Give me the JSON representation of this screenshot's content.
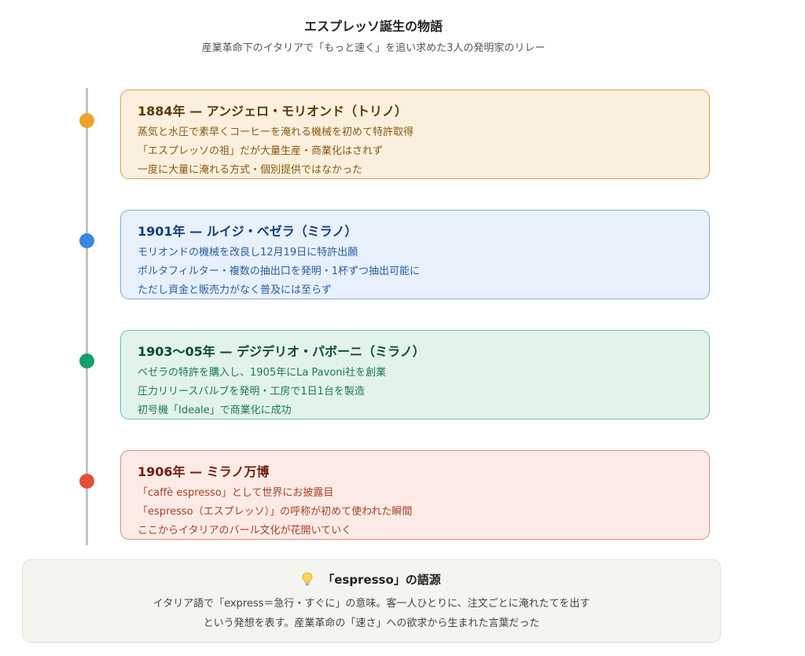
{
  "header": {
    "title": "エスプレッソ誕生の物語",
    "subtitle": "産業革命下のイタリアで「もっと速く」を追い求めた3人の発明家のリレー"
  },
  "timeline": [
    {
      "title": "1884年 — アンジェロ・モリオンド（トリノ）",
      "lines": [
        "蒸気と水圧で素早くコーヒーを淹れる機械を初めて特許取得",
        "「エスプレッソの祖」だが大量生産・商業化はされず",
        "一度に大量に淹れる方式・個別提供ではなかった"
      ],
      "colors": {
        "dot": "#f0a22c",
        "bg": "#fbf0dd",
        "border": "#d9a05a",
        "title": "#5a3a08",
        "text": "#8a5a12"
      }
    },
    {
      "title": "1901年 — ルイジ・ベゼラ（ミラノ）",
      "lines": [
        "モリオンドの機械を改良し12月19日に特許出願",
        "ポルタフィルター・複数の抽出口を発明・1杯ずつ抽出可能に",
        "ただし資金と販売力がなく普及には至らず"
      ],
      "colors": {
        "dot": "#3a86e0",
        "bg": "#e7f0fb",
        "border": "#7fabe0",
        "title": "#133e72",
        "text": "#2a5f9e"
      }
    },
    {
      "title": "1903〜05年 — デジデリオ・パボーニ（ミラノ）",
      "lines": [
        "ベゼラの特許を購入し、1905年にLa Pavoni社を創業",
        "圧力リリースバルブを発明・工房で1日1台を製造",
        "初号機「Ideale」で商業化に成功"
      ],
      "colors": {
        "dot": "#16a06a",
        "bg": "#e2f3ea",
        "border": "#6cbf97",
        "title": "#0c4a30",
        "text": "#1b7a50"
      }
    },
    {
      "title": "1906年 — ミラノ万博",
      "lines": [
        "「caffè espresso」として世界にお披露目",
        "「espresso（エスプレッソ）」の呼称が初めて使われた瞬間",
        "ここからイタリアのバール文化が花開いていく"
      ],
      "colors": {
        "dot": "#e2503a",
        "bg": "#fbeae5",
        "border": "#d99080",
        "title": "#6e2010",
        "text": "#a8402a"
      }
    }
  ],
  "note": {
    "icon": "lightbulb-icon",
    "heading": "「espresso」の語源",
    "lines": [
      "イタリア語で「express＝急行・すぐに」の意味。客一人ひとりに、注文ごとに淹れたてを出す",
      "という発想を表す。産業革命の「速さ」への欲求から生まれた言葉だった"
    ]
  }
}
